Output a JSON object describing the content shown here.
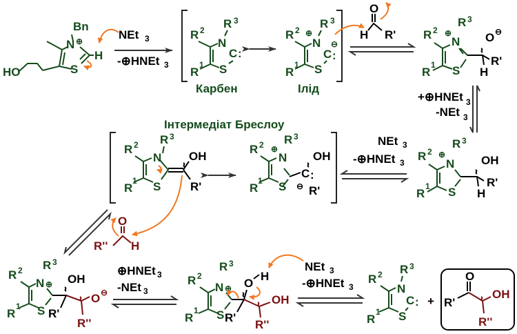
{
  "labels": {
    "carbene": "Карбен",
    "ylide": "Ілід",
    "breslow": "Інтермедіат Бреслоу"
  },
  "reagents": {
    "step1_top": "NEt",
    "step1_bottom": "-⊕HNEt",
    "step3_top": "+⊕HNEt",
    "step3_bottom": "-NEt",
    "step4_top": "NEt",
    "step4_bottom": "-⊕HNEt",
    "step6_top": "⊕HNEt",
    "step6_bottom": "-NEt",
    "step7_top": "NEt",
    "step7_bottom": "-⊕HNEt",
    "sub3": "3",
    "plus": "+"
  },
  "atoms": {
    "N": "N",
    "S": "S",
    "C": "C",
    "H": "H",
    "O": "O",
    "OH": "OH",
    "HO": "HO",
    "Bn": "Bn",
    "R": "R",
    "R1": "1",
    "R2": "2",
    "R3": "3",
    "Rp": "R'",
    "Rpp": "R''",
    "plus": "⊕",
    "minus": "⊖",
    "Ominus": "O",
    "colon": ":"
  },
  "colors": {
    "thiazole": "#154b1c",
    "aldehyde2": "#7a1010",
    "arrow_mech": "#f07820",
    "text": "#000000"
  }
}
